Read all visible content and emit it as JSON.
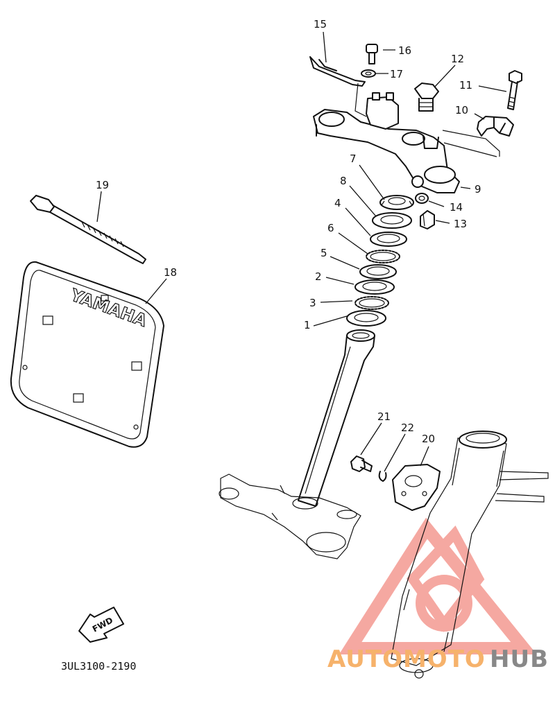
{
  "diagram": {
    "code": "3UL3100-2190",
    "fwd_label": "FWD",
    "emblem_text": "YAMAHA",
    "labels": [
      {
        "id": "15",
        "text": "15"
      },
      {
        "id": "16",
        "text": "16"
      },
      {
        "id": "17",
        "text": "17"
      },
      {
        "id": "12",
        "text": "12"
      },
      {
        "id": "11",
        "text": "11"
      },
      {
        "id": "10",
        "text": "10"
      },
      {
        "id": "9",
        "text": "9"
      },
      {
        "id": "7",
        "text": "7"
      },
      {
        "id": "8",
        "text": "8"
      },
      {
        "id": "14",
        "text": "14"
      },
      {
        "id": "4",
        "text": "4"
      },
      {
        "id": "13",
        "text": "13"
      },
      {
        "id": "6",
        "text": "6"
      },
      {
        "id": "5",
        "text": "5"
      },
      {
        "id": "2",
        "text": "2"
      },
      {
        "id": "3",
        "text": "3"
      },
      {
        "id": "1",
        "text": "1"
      },
      {
        "id": "19",
        "text": "19"
      },
      {
        "id": "18",
        "text": "18"
      },
      {
        "id": "21",
        "text": "21"
      },
      {
        "id": "22",
        "text": "22"
      },
      {
        "id": "20",
        "text": "20"
      }
    ]
  },
  "watermark": {
    "text_a": "AUTOMOTO",
    "text_b": "HUB",
    "color_a": "#f6b26b",
    "color_b": "#888888",
    "logo_color": "#f28b82"
  }
}
